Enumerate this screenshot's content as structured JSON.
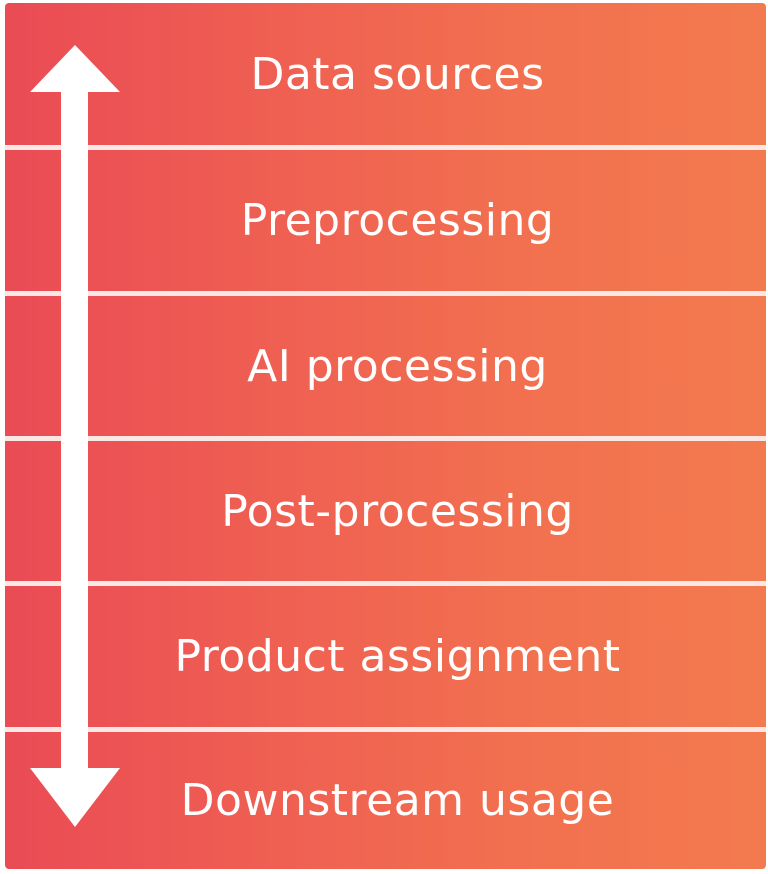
{
  "layers": [
    {
      "label": "Data sources"
    },
    {
      "label": "Preprocessing"
    },
    {
      "label": "AI processing"
    },
    {
      "label": "Post-processing"
    },
    {
      "label": "Product assignment"
    },
    {
      "label": "Downstream usage"
    }
  ],
  "colors": {
    "gradient_start": "#ea4b55",
    "gradient_end": "#f37a4f",
    "text": "#ffffff",
    "arrow": "#ffffff",
    "divider": "#fbe7e3"
  },
  "arrow": {
    "direction": "bidirectional-vertical"
  }
}
